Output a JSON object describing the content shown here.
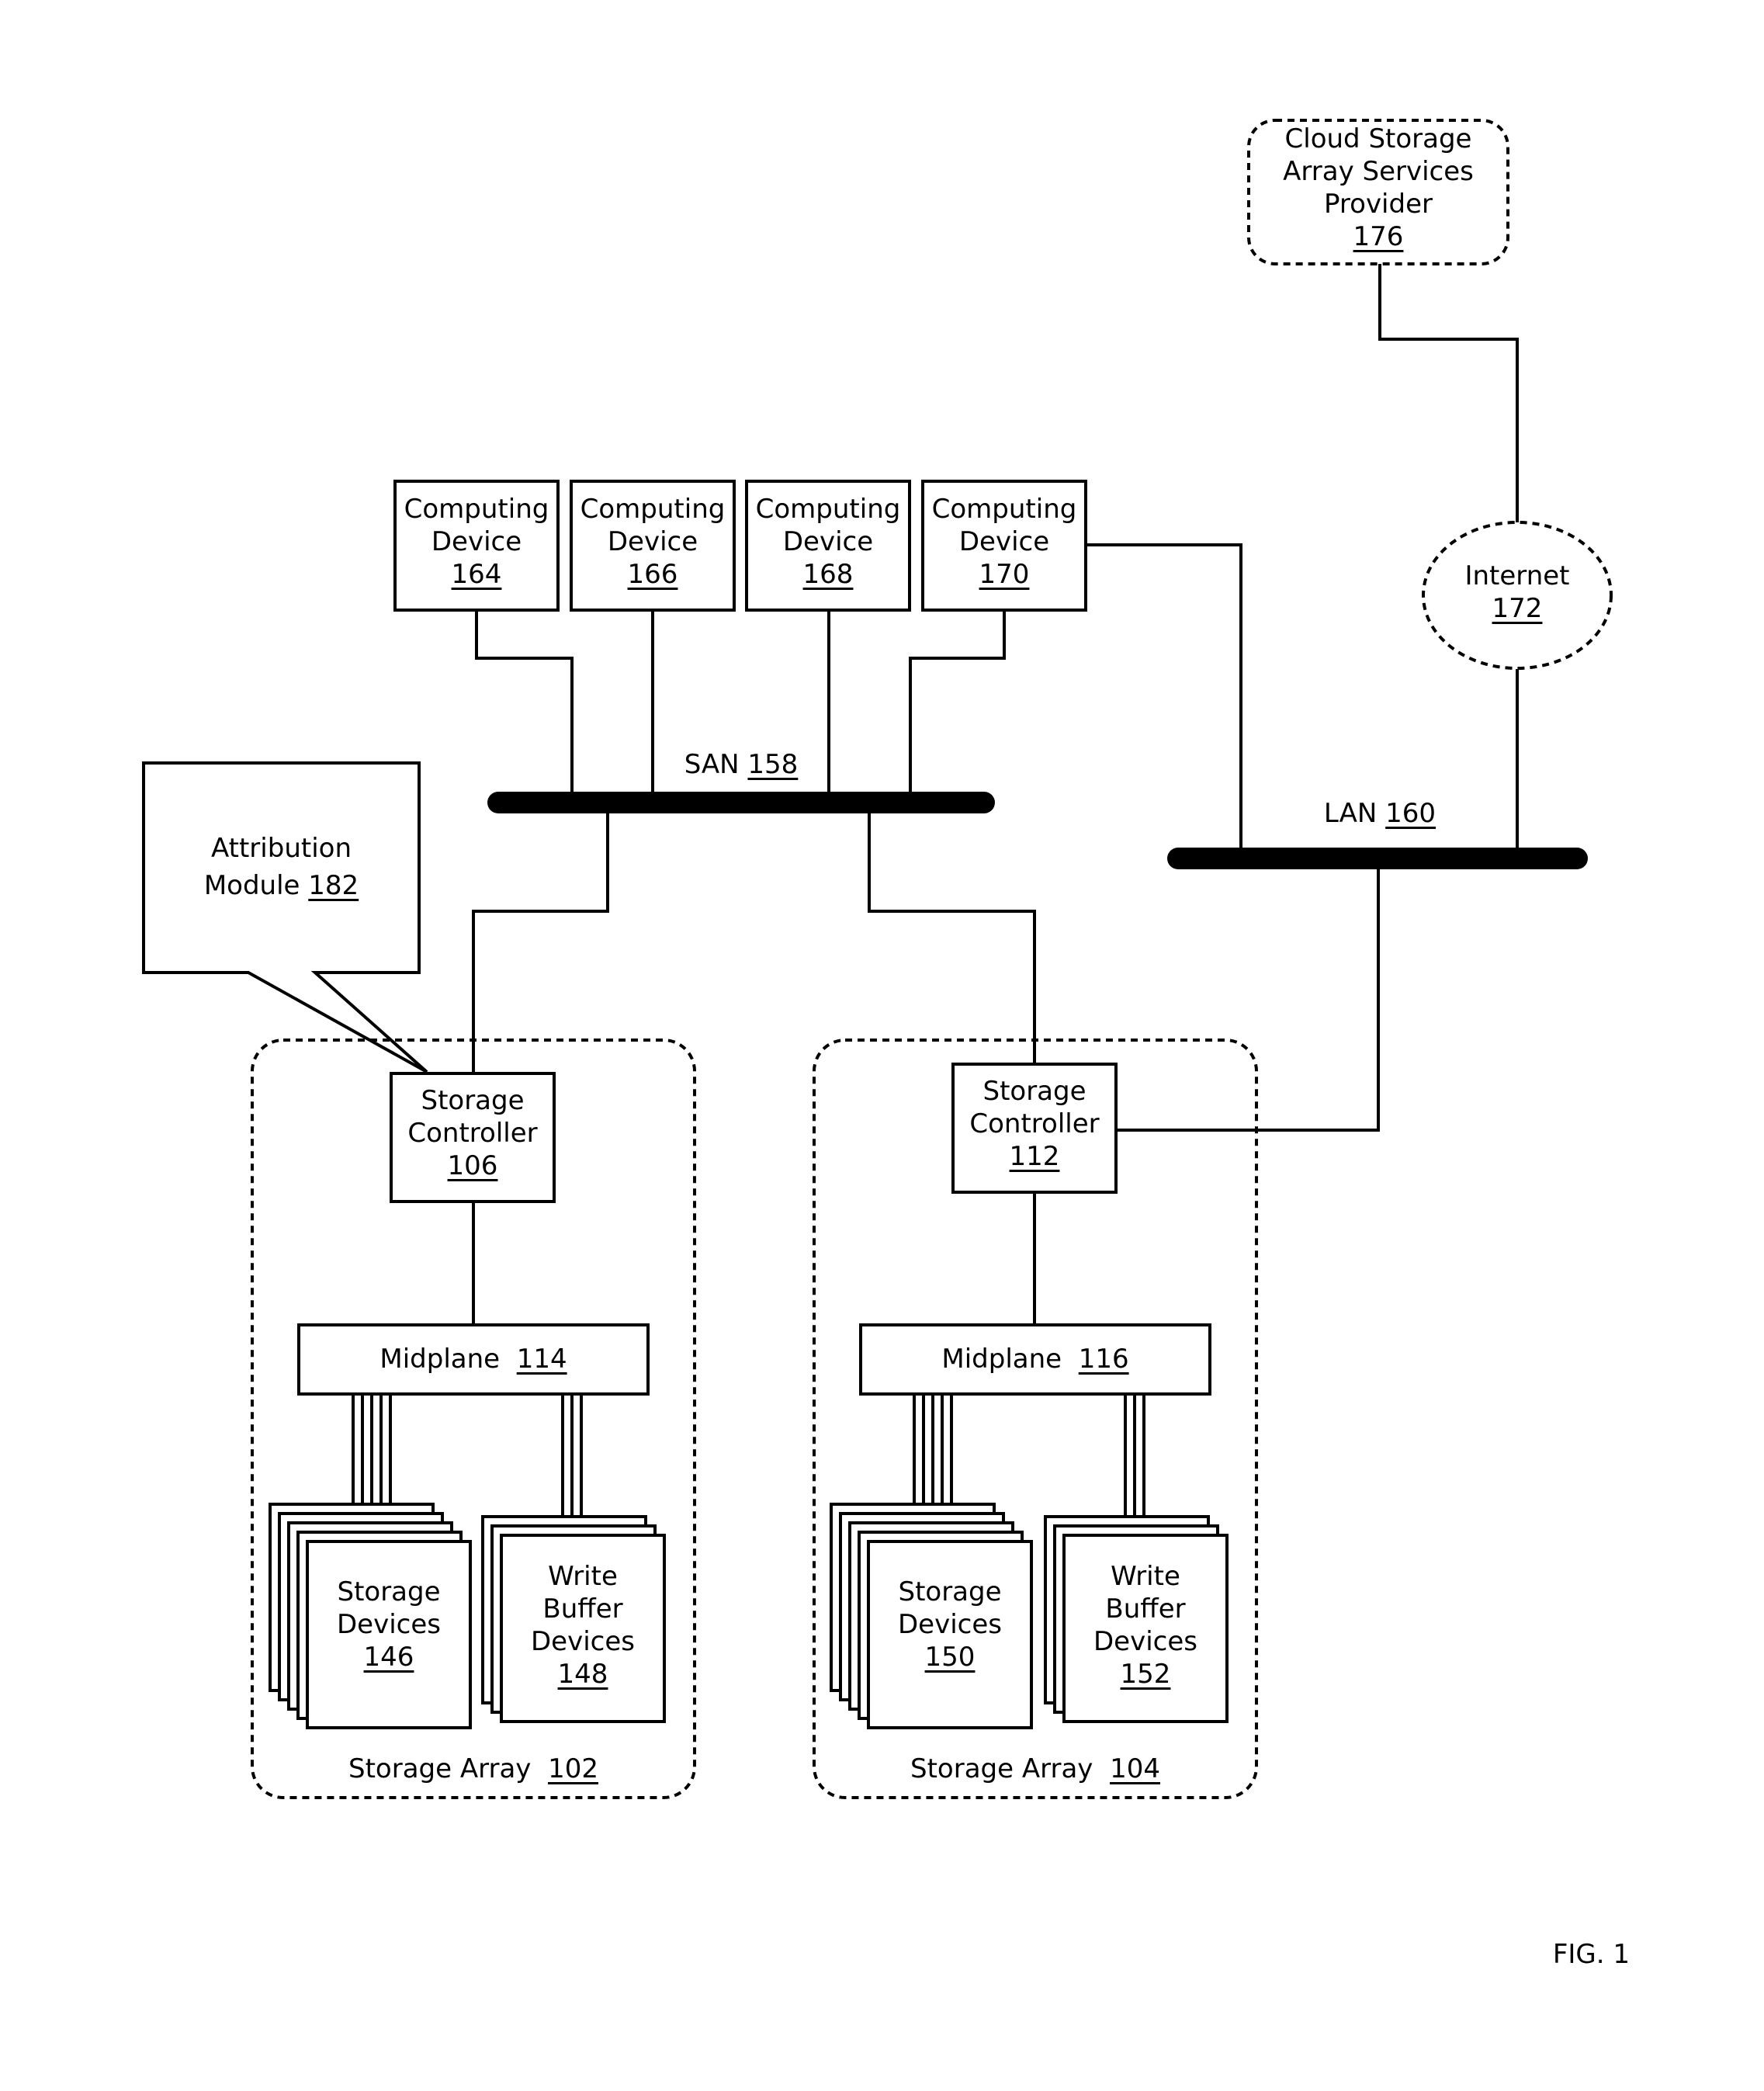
{
  "cloud": {
    "line1": "Cloud Storage",
    "line2": "Array Services",
    "line3": "Provider",
    "ref": "176"
  },
  "internet": {
    "label": "Internet",
    "ref": "172"
  },
  "lan": {
    "label": "LAN",
    "ref": "160"
  },
  "san": {
    "label": "SAN",
    "ref": "158"
  },
  "computing_devices": [
    {
      "line1": "Computing",
      "line2": "Device",
      "ref": "164"
    },
    {
      "line1": "Computing",
      "line2": "Device",
      "ref": "166"
    },
    {
      "line1": "Computing",
      "line2": "Device",
      "ref": "168"
    },
    {
      "line1": "Computing",
      "line2": "Device",
      "ref": "170"
    }
  ],
  "attribution": {
    "line1": "Attribution",
    "line2": "Module",
    "ref": "182"
  },
  "array_102": {
    "label": "Storage Array",
    "ref": "102",
    "controller": {
      "line1": "Storage",
      "line2": "Controller",
      "ref": "106"
    },
    "midplane": {
      "label": "Midplane",
      "ref": "114"
    },
    "storage": {
      "line1": "Storage",
      "line2": "Devices",
      "ref": "146"
    },
    "buffer": {
      "line1": "Write",
      "line2": "Buffer",
      "line3": "Devices",
      "ref": "148"
    }
  },
  "array_104": {
    "label": "Storage Array",
    "ref": "104",
    "controller": {
      "line1": "Storage",
      "line2": "Controller",
      "ref": "112"
    },
    "midplane": {
      "label": "Midplane",
      "ref": "116"
    },
    "storage": {
      "line1": "Storage",
      "line2": "Devices",
      "ref": "150"
    },
    "buffer": {
      "line1": "Write",
      "line2": "Buffer",
      "line3": "Devices",
      "ref": "152"
    }
  },
  "figure_label": "FIG. 1"
}
